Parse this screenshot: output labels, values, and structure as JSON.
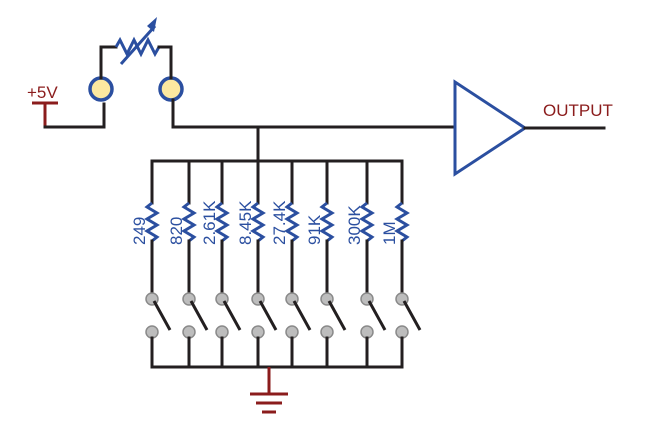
{
  "supply_label": "+5V",
  "output_label": "OUTPUT",
  "resistors": [
    {
      "value": "249"
    },
    {
      "value": "820"
    },
    {
      "value": "2.61K"
    },
    {
      "value": "8.45K"
    },
    {
      "value": "27.4K"
    },
    {
      "value": "91K"
    },
    {
      "value": "300K"
    },
    {
      "value": "1M"
    }
  ],
  "colors": {
    "wire": "#231f20",
    "component": "#2b4fa0",
    "power": "#8b1c1c",
    "ground": "#8b1c1c",
    "contact": "#bdbdbd",
    "terminal_fill": "#fce8a0"
  }
}
